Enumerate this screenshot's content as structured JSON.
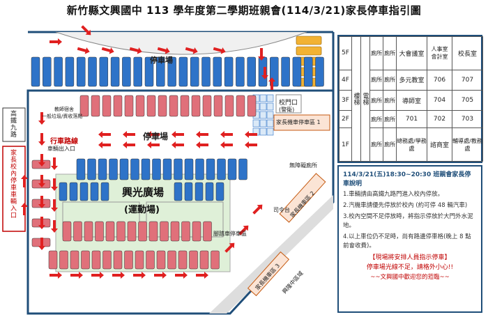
{
  "title": "新竹縣文興國中 113 學年度第二學期班親會(114/3/21)家長停車指引圖",
  "map": {
    "top_parking_label": "停車場",
    "mid_parking_label": "停車場",
    "plaza_name": "興光廣場",
    "plaza_sub": "(運動場)",
    "route_label": "行車路線",
    "entrance_label": "車輛出入口",
    "gate_label": "校門口",
    "guard_label": "(警衛)",
    "moto_label": "家長機車停車區 1",
    "moto2_label": "家長機車區 2",
    "moto3_label": "家長機車區 3",
    "podium_label": "司令台",
    "bike_label": "腳踏車停車區",
    "accessible_label": "無障礙廁所",
    "teacher_area": "教師宿舍",
    "waste_area": "一般垃圾/資收落點",
    "road_right": "興隆中區域",
    "left_sign_road": "高鐵九路",
    "left_sign_parent": "家長校內停車車輛入口"
  },
  "building": {
    "floors": [
      "5F",
      "4F",
      "3F",
      "2F",
      "1F"
    ],
    "stair_label": "樓梯",
    "elevator_label": "電梯",
    "toilet": "廁所",
    "rows": [
      [
        "大會議室",
        "人事室\n會計室",
        "校長室"
      ],
      [
        "多元教室",
        "706",
        "707"
      ],
      [
        "導師室",
        "704",
        "705"
      ],
      [
        "701",
        "702",
        "703"
      ],
      [
        "總務處/學務處",
        "諮商室",
        "輔導處/教務處"
      ]
    ]
  },
  "info": {
    "heading": "114/3/21(五)18:30~20:30 班親會家長停車說明",
    "items": [
      "1.車輛請由高鐵九路門進入校內停放。",
      "2.汽機車請優先停放於校內 (約可停 48 輛汽車)",
      "3.校內空間不足停放時，將指示停放於大門外水泥地。",
      "4.以上車位仍不足時，尚有路邊停車格(晚上 8 點前會收費)。"
    ],
    "note_staff": "【現場將安排人員指示停車】",
    "note_careful": "停車場光線不足，請格外小心!!",
    "note_welcome": "~~文興國中歡迎您的蒞臨~~"
  },
  "colors": {
    "car_blue": "#2e73c8",
    "car_red": "#e0707a",
    "arrow_red": "#e02020",
    "border_blue": "#1f4e79",
    "plaza_green": "#dff0d8"
  }
}
